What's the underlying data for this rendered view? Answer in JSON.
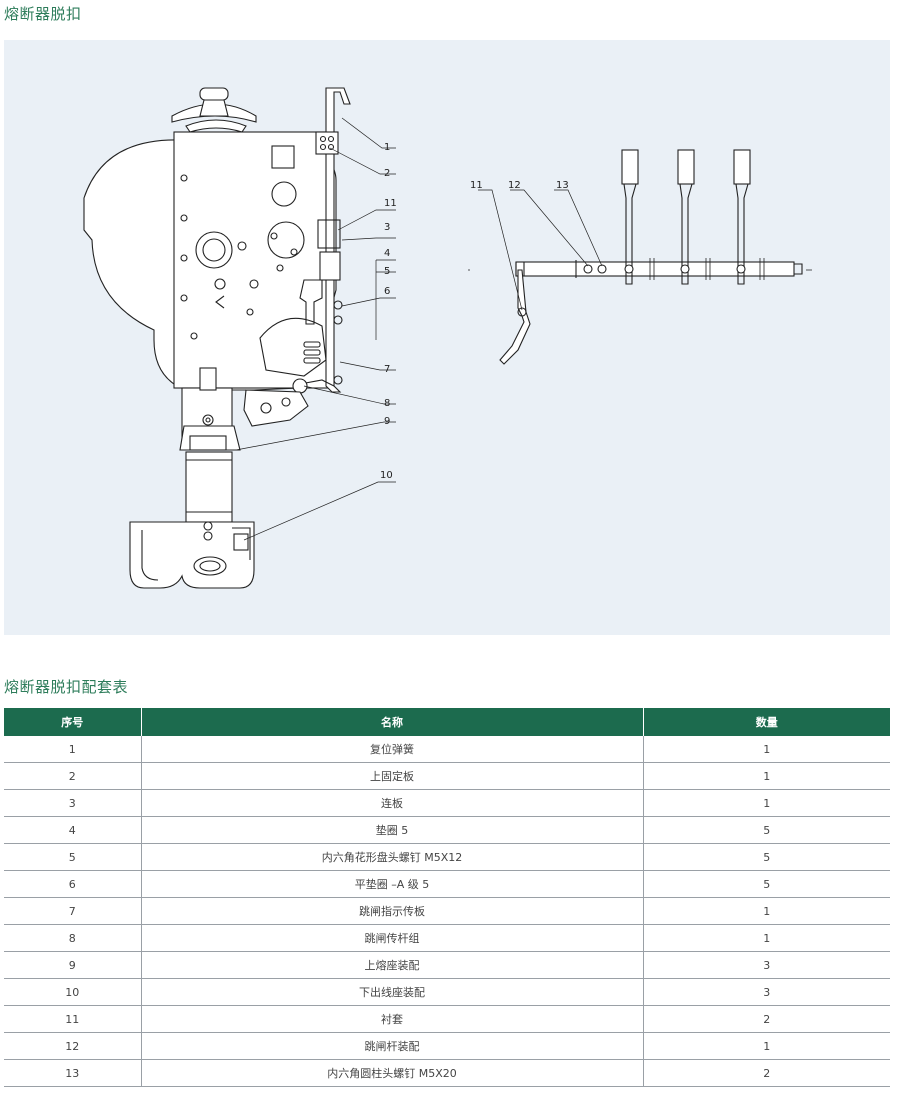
{
  "diagram": {
    "title": "熔断器脱扣",
    "callouts_left": [
      "1",
      "2",
      "11",
      "3",
      "4",
      "5",
      "6",
      "7",
      "8",
      "9",
      "10"
    ],
    "callouts_right": [
      "11",
      "12",
      "13"
    ]
  },
  "table": {
    "title": "熔断器脱扣配套表",
    "headers": [
      "序号",
      "名称",
      "数量"
    ],
    "rows": [
      [
        "1",
        "复位弹簧",
        "1"
      ],
      [
        "2",
        "上固定板",
        "1"
      ],
      [
        "3",
        "连板",
        "1"
      ],
      [
        "4",
        "垫圈 5",
        "5"
      ],
      [
        "5",
        "内六角花形盘头螺钉 M5X12",
        "5"
      ],
      [
        "6",
        "平垫圈 –A 级 5",
        "5"
      ],
      [
        "7",
        "跳闸指示传板",
        "1"
      ],
      [
        "8",
        "跳闸传杆组",
        "1"
      ],
      [
        "9",
        "上熔座装配",
        "3"
      ],
      [
        "10",
        "下出线座装配",
        "3"
      ],
      [
        "11",
        "衬套",
        "2"
      ],
      [
        "12",
        "跳闸杆装配",
        "1"
      ],
      [
        "13",
        "内六角圆柱头螺钉 M5X20",
        "2"
      ]
    ]
  },
  "colors": {
    "accent": "#2e7d5b",
    "header_bg": "#1c6b4e",
    "figure_bg": "#eaf0f6"
  }
}
